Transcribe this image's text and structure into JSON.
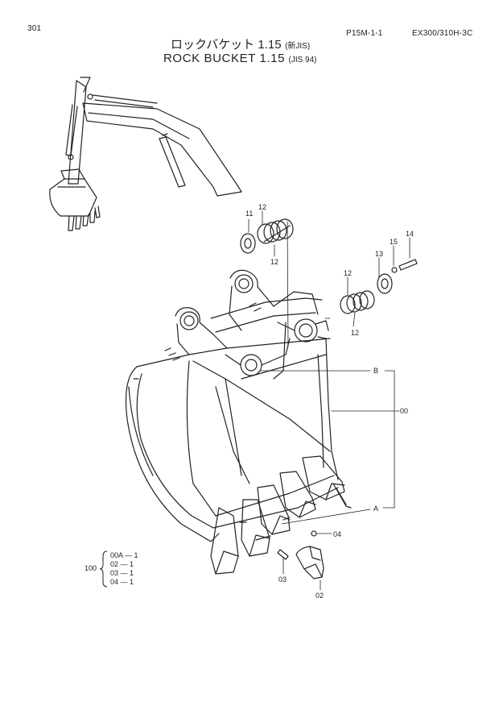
{
  "header": {
    "page_number": "301",
    "page_code": "P15M-1-1",
    "model": "EX300/310H-3C"
  },
  "title": {
    "jp_main": "ロックバケット 1.15",
    "jp_note": "(新JIS)",
    "en_main": "ROCK BUCKET 1.15",
    "en_note": "(JIS 94)"
  },
  "callouts": {
    "c11": "11",
    "c12a": "12",
    "c12b": "12",
    "c12c": "12",
    "c12d": "12",
    "c13": "13",
    "c14": "14",
    "c15": "15",
    "cB": "B",
    "c00": "00",
    "cA": "A",
    "c04": "04",
    "c03": "03",
    "c02": "02"
  },
  "kit": {
    "number": "100",
    "items": [
      {
        "part": "00A",
        "qty": "1"
      },
      {
        "part": "02",
        "qty": "1"
      },
      {
        "part": "03",
        "qty": "1"
      },
      {
        "part": "04",
        "qty": "1"
      }
    ]
  }
}
